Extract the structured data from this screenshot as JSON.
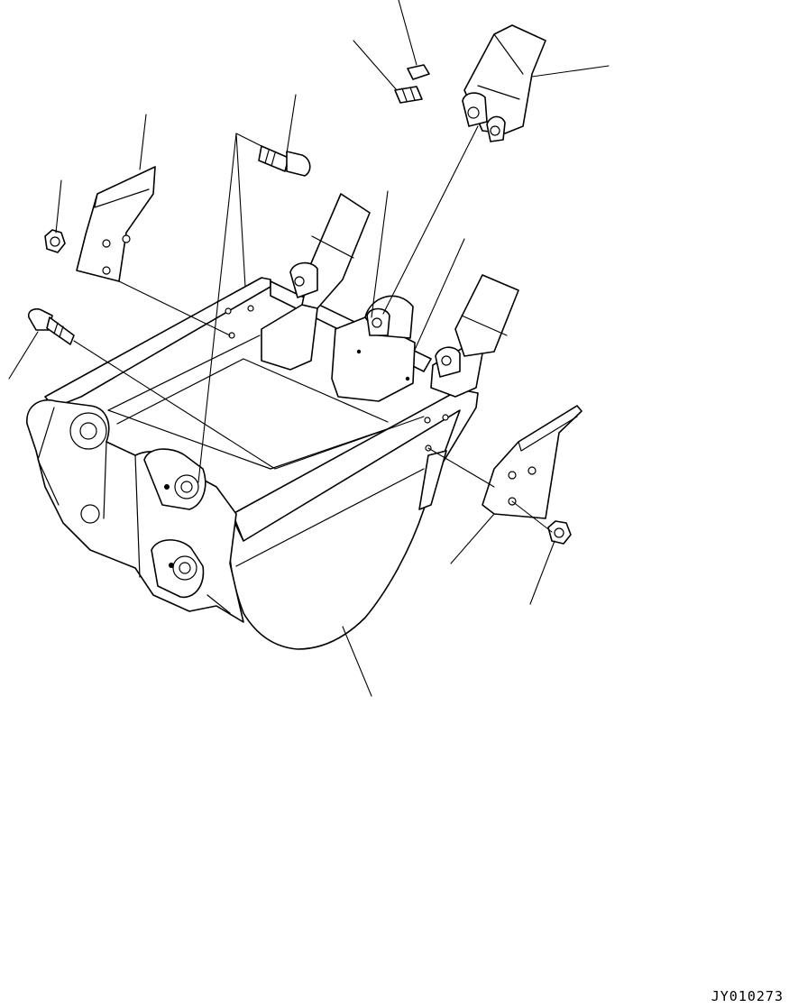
{
  "drawing": {
    "code": "JY010273",
    "colors": {
      "line": "#000000",
      "background": "#ffffff"
    },
    "parts": [
      "bucket",
      "tooth-point",
      "tooth-pin",
      "tooth-lock",
      "tooth-adapter",
      "side-cutter-left",
      "side-cutter-right",
      "bolt",
      "nut"
    ]
  }
}
